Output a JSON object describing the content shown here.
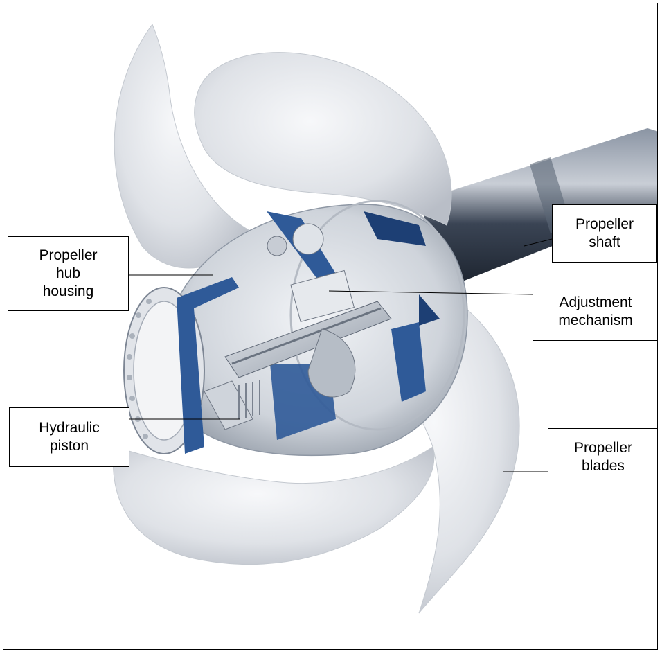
{
  "labels": {
    "hub_housing": "Propeller\nhub\nhousing",
    "propeller_shaft": "Propeller\nshaft",
    "adjustment_mechanism": "Adjustment\nmechanism",
    "hydraulic_piston": "Hydraulic\npiston",
    "propeller_blades": "Propeller\nblades"
  },
  "colors": {
    "blade_fill": "#e6e8ec",
    "blade_shadow": "#bfc4cc",
    "steel_blue": "#2f5a98",
    "dark_blue": "#1d3f74",
    "metal_light": "#d7dbe2",
    "metal_mid": "#9aa3b0",
    "shaft_dark": "#2b3340"
  }
}
